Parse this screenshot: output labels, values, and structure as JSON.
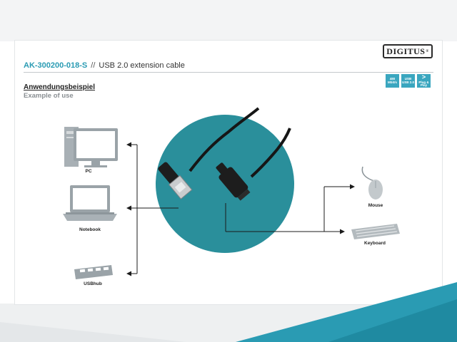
{
  "brand": {
    "logo_text": "DIGITUS",
    "registered": "®"
  },
  "header": {
    "code": "AK-300200-018-S",
    "separator": "//",
    "title": "USB 2.0 extension cable"
  },
  "section": {
    "heading_de": "Anwendungsbeispiel",
    "heading_en": "Example of use"
  },
  "badges": [
    {
      "icon": "speed-480-icon",
      "line1": "480",
      "line2": "Mbit/s"
    },
    {
      "icon": "usb-icon",
      "line1": "USB",
      "line2": "USB 2.0"
    },
    {
      "icon": "plug-play-icon",
      "line1": ">",
      "line2": "Plug & Play"
    }
  ],
  "devices": {
    "pc": "PC",
    "notebook": "Notebook",
    "usbhub": "USBhub",
    "mouse": "Mouse",
    "keyboard": "Keyboard"
  },
  "colors": {
    "accent": "#2a9bb3",
    "circle": "#2a8f9b",
    "cable": "#1b1b1b",
    "device": "#9aa3a8"
  }
}
